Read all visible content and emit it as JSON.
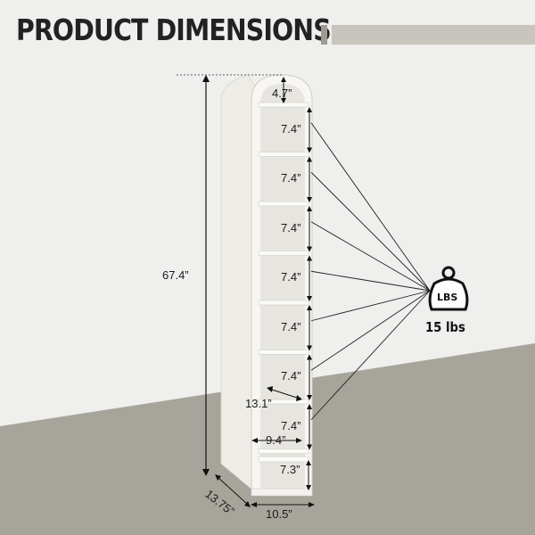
{
  "title": "PRODUCT DIMENSIONS",
  "dimensions": {
    "total_height": "67.4”",
    "top_arch": "4.7”",
    "shelf_heights": [
      "7.4”",
      "7.4”",
      "7.4”",
      "7.4”",
      "7.4”",
      "7.4”",
      "7.4”"
    ],
    "interior_depth": "13.1”",
    "interior_width": "9.4”",
    "bottom_gap": "7.3”",
    "depth": "13.75”",
    "width": "10.5”"
  },
  "weight": {
    "icon_text": "LBS",
    "capacity": "15 lbs"
  },
  "colors": {
    "wall": "#efefee",
    "floor": "#a7a59b",
    "accent_dark": "#9d9b94",
    "accent_light": "#c7c5bd",
    "cabinet": "#f6f5f1"
  }
}
